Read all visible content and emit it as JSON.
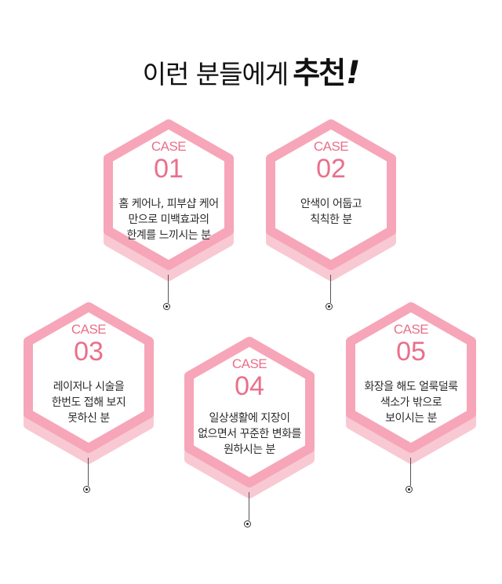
{
  "title": {
    "normal": "이런 분들에게",
    "emphasis": "추천",
    "bang": "!"
  },
  "colors": {
    "hex_outer": "#f6a6b8",
    "hex_shadow": "#f8c9d3",
    "hex_fill": "#ffffff",
    "accent": "#ea6f8b"
  },
  "cases": [
    {
      "case": "CASE",
      "number": "01",
      "lines": [
        "홈 케어나, 피부샵 케어",
        "만으로 미백효과의",
        "한계를 느끼시는 분"
      ]
    },
    {
      "case": "CASE",
      "number": "02",
      "lines": [
        "안색이 어둡고",
        "칙칙한 분"
      ]
    },
    {
      "case": "CASE",
      "number": "03",
      "lines": [
        "레이저나 시술을",
        "한번도 접해 보지",
        "못하신 분"
      ]
    },
    {
      "case": "CASE",
      "number": "04",
      "lines": [
        "일상생활에 지장이",
        "없으면서 꾸준한 변화를",
        "원하시는 분"
      ]
    },
    {
      "case": "CASE",
      "number": "05",
      "lines": [
        "화장을 해도 얼룩덜룩",
        "색소가 밖으로",
        "보이시는 분"
      ]
    }
  ]
}
